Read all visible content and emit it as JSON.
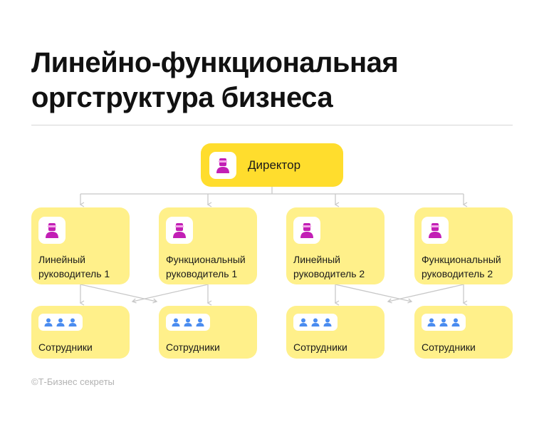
{
  "title_line1": "Линейно-функциональная",
  "title_line2": "оргструктура бизнеса",
  "director": {
    "label": "Директор",
    "icon": "person-icon"
  },
  "managers": [
    {
      "line1": "Линейный",
      "line2": "руководитель 1"
    },
    {
      "line1": "Функциональный",
      "line2": "руководитель 1"
    },
    {
      "line1": "Линейный",
      "line2": "руководитель 2"
    },
    {
      "line1": "Функциональный",
      "line2": "руководитель 2"
    }
  ],
  "staff": [
    {
      "label": "Сотрудники"
    },
    {
      "label": "Сотрудники"
    },
    {
      "label": "Сотрудники"
    },
    {
      "label": "Сотрудники"
    }
  ],
  "footer": "©Т-Бизнес секреты",
  "colors": {
    "director_fill": "#ffdd2d",
    "box_fill": "#fff08a",
    "person_icon": "#c21fb5",
    "staff_icon": "#4a8cf0",
    "connector": "#c8c8c8"
  }
}
